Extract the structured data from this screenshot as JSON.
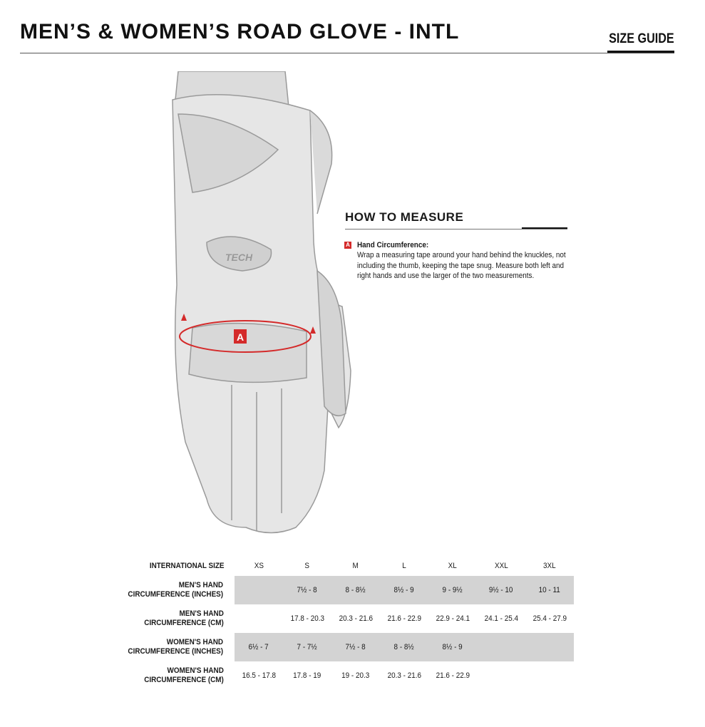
{
  "header": {
    "title": "MEN’S & WOMEN’S ROAD GLOVE - INTL",
    "size_guide": "SIZE GUIDE"
  },
  "how_to_measure": {
    "heading": "HOW TO MEASURE",
    "marker": "A",
    "item_title": "Hand Circumference:",
    "item_text": "Wrap a measuring tape around your hand behind the knuckles, not including the thumb, keeping the tape snug. Measure both left and right hands and use the larger of the two measurements."
  },
  "illustration": {
    "marker": "A",
    "accent": "#d42a2a",
    "logo_text": "TECH"
  },
  "table": {
    "header_label": "INTERNATIONAL SIZE",
    "sizes": [
      "XS",
      "S",
      "M",
      "L",
      "XL",
      "XXL",
      "3XL"
    ],
    "rows": [
      {
        "label_1": "MEN'S HAND",
        "label_2": "CIRCUMFERENCE (INCHES)",
        "values": [
          "",
          "7½ - 8",
          "8 - 8½",
          "8½ - 9",
          "9 - 9½",
          "9½ - 10",
          "10 - 11"
        ]
      },
      {
        "label_1": "MEN'S HAND",
        "label_2": "CIRCUMFERENCE (CM)",
        "values": [
          "",
          "17.8 - 20.3",
          "20.3 - 21.6",
          "21.6 - 22.9",
          "22.9 - 24.1",
          "24.1 - 25.4",
          "25.4 - 27.9"
        ]
      },
      {
        "label_1": "WOMEN'S HAND",
        "label_2": "CIRCUMFERENCE (INCHES)",
        "values": [
          "6½ - 7",
          "7 - 7½",
          "7½ - 8",
          "8 - 8½",
          "8½ - 9",
          "",
          ""
        ]
      },
      {
        "label_1": "WOMEN'S HAND",
        "label_2": "CIRCUMFERENCE (CM)",
        "values": [
          "16.5 - 17.8",
          "17.8 - 19",
          "19 - 20.3",
          "20.3 - 21.6",
          "21.6 - 22.9",
          "",
          ""
        ]
      }
    ]
  }
}
